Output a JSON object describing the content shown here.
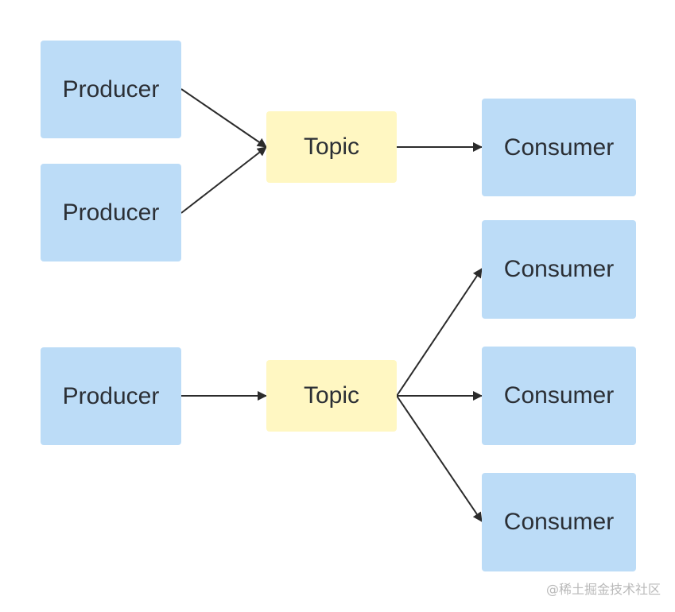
{
  "diagram": {
    "nodes": {
      "producer_1": "Producer",
      "producer_2": "Producer",
      "producer_3": "Producer",
      "topic_1": "Topic",
      "topic_2": "Topic",
      "consumer_1": "Consumer",
      "consumer_2": "Consumer",
      "consumer_3": "Consumer",
      "consumer_4": "Consumer"
    },
    "edges": [
      {
        "from": "producer_1",
        "to": "topic_1"
      },
      {
        "from": "producer_2",
        "to": "topic_1"
      },
      {
        "from": "topic_1",
        "to": "consumer_1"
      },
      {
        "from": "producer_3",
        "to": "topic_2"
      },
      {
        "from": "topic_2",
        "to": "consumer_2"
      },
      {
        "from": "topic_2",
        "to": "consumer_3"
      },
      {
        "from": "topic_2",
        "to": "consumer_4"
      }
    ],
    "watermark": "@稀土掘金技术社区"
  },
  "colors": {
    "producer_consumer_fill": "#bcdcf7",
    "topic_fill": "#fff7c2",
    "text": "#2b2f35",
    "edge": "#2b2b2b"
  }
}
